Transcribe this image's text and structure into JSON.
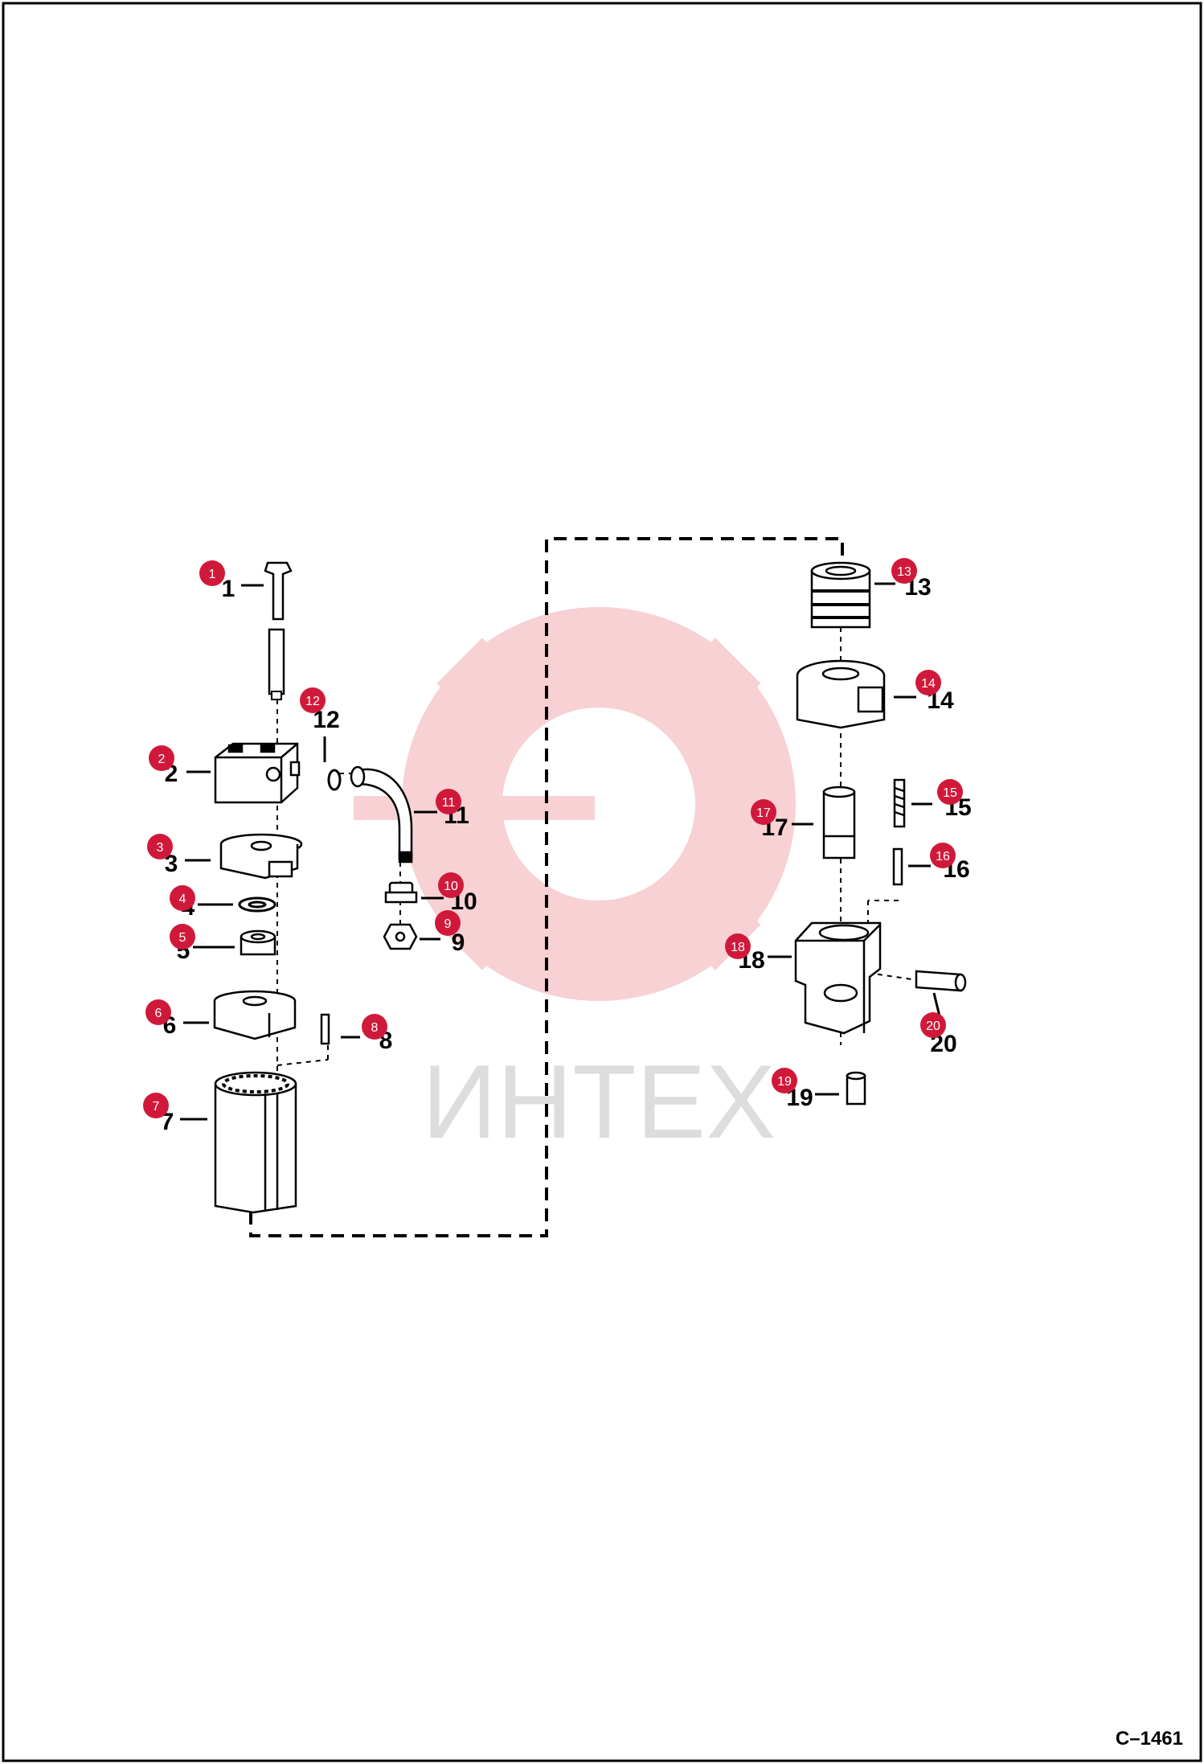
{
  "watermark": {
    "text": "ИНТЕХ",
    "color": "#f6c9cc"
  },
  "drawing_code": "C–1461",
  "callout_color": "#d0193a",
  "parts": [
    {
      "number": "1",
      "callout": "1"
    },
    {
      "number": "2",
      "callout": "2"
    },
    {
      "number": "3",
      "callout": "3"
    },
    {
      "number": "4",
      "callout": "4"
    },
    {
      "number": "5",
      "callout": "5"
    },
    {
      "number": "6",
      "callout": "6"
    },
    {
      "number": "7",
      "callout": "7"
    },
    {
      "number": "8",
      "callout": "8"
    },
    {
      "number": "9",
      "callout": "9"
    },
    {
      "number": "10",
      "callout": "10"
    },
    {
      "number": "11",
      "callout": "11"
    },
    {
      "number": "12",
      "callout": "12"
    },
    {
      "number": "13",
      "callout": "13"
    },
    {
      "number": "14",
      "callout": "14"
    },
    {
      "number": "15",
      "callout": "15"
    },
    {
      "number": "16",
      "callout": "16"
    },
    {
      "number": "17",
      "callout": "17"
    },
    {
      "number": "18",
      "callout": "18"
    },
    {
      "number": "19",
      "callout": "19"
    },
    {
      "number": "20",
      "callout": "20"
    }
  ]
}
